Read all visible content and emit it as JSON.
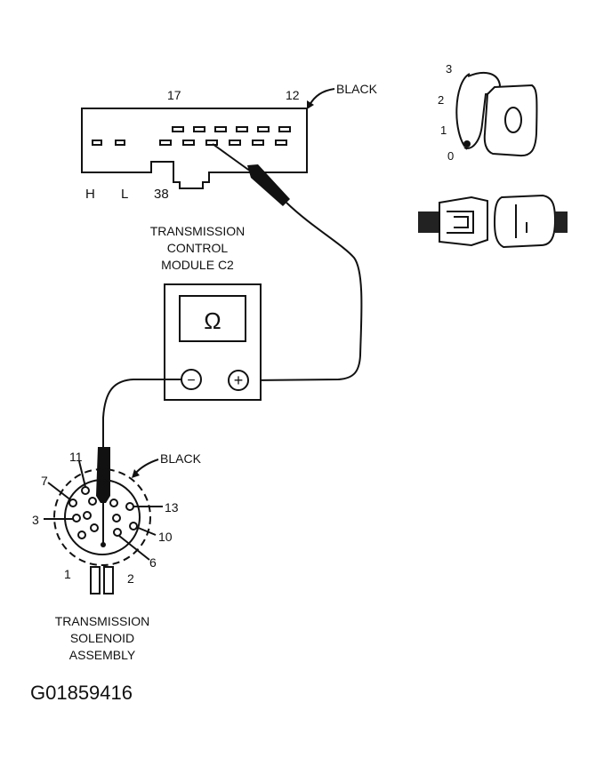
{
  "connector": {
    "pin_17": "17",
    "pin_12": "12",
    "color": "BLACK",
    "pin_h": "H",
    "pin_l": "L",
    "pin_38": "38"
  },
  "module": {
    "line1": "TRANSMISSION",
    "line2": "CONTROL",
    "line3": "MODULE C2"
  },
  "meter": {
    "symbol": "Ω",
    "minus": "−",
    "plus": "+"
  },
  "ignition": {
    "pos_3": "3",
    "pos_2": "2",
    "pos_1": "1",
    "pos_0": "0",
    "key_symbol": "0"
  },
  "solenoid_connector": {
    "color": "BLACK",
    "pin_11": "11",
    "pin_7": "7",
    "pin_3": "3",
    "pin_1": "1",
    "pin_2": "2",
    "pin_6": "6",
    "pin_10": "10",
    "pin_13": "13"
  },
  "solenoid": {
    "line1": "TRANSMISSION",
    "line2": "SOLENOID",
    "line3": "ASSEMBLY"
  },
  "figure_id": "G01859416"
}
